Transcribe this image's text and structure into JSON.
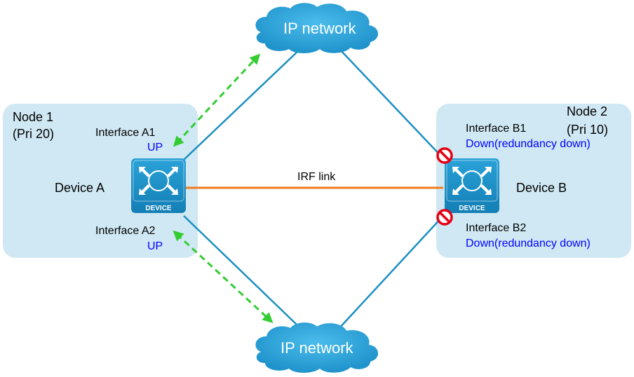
{
  "nodes": {
    "node1": {
      "name": "Node 1",
      "priority": "(Pri 20)"
    },
    "node2": {
      "name": "Node 2",
      "priority": "(Pri 10)"
    }
  },
  "devices": {
    "a": {
      "name": "Device A",
      "badge": "DEVICE"
    },
    "b": {
      "name": "Device B",
      "badge": "DEVICE"
    }
  },
  "interfaces": {
    "a1": {
      "name": "Interface A1",
      "status": "UP"
    },
    "a2": {
      "name": "Interface A2",
      "status": "UP"
    },
    "b1": {
      "name": "Interface B1",
      "status": "Down(redundancy down)"
    },
    "b2": {
      "name": "Interface B2",
      "status": "Down(redundancy down)"
    }
  },
  "links": {
    "irf": "IRF link"
  },
  "networks": {
    "top": "IP network",
    "bottom": "IP network"
  },
  "colors": {
    "node_bg": "#cfe8f3",
    "link_line": "#1b8fc1",
    "irf_line": "#f07b1d",
    "arrow": "#33cc33",
    "status_text": "#0000ff",
    "device_fill": "#1a8fc5",
    "cloud_fill": "#2ea7dc",
    "blocked_icon": "#e60012"
  }
}
